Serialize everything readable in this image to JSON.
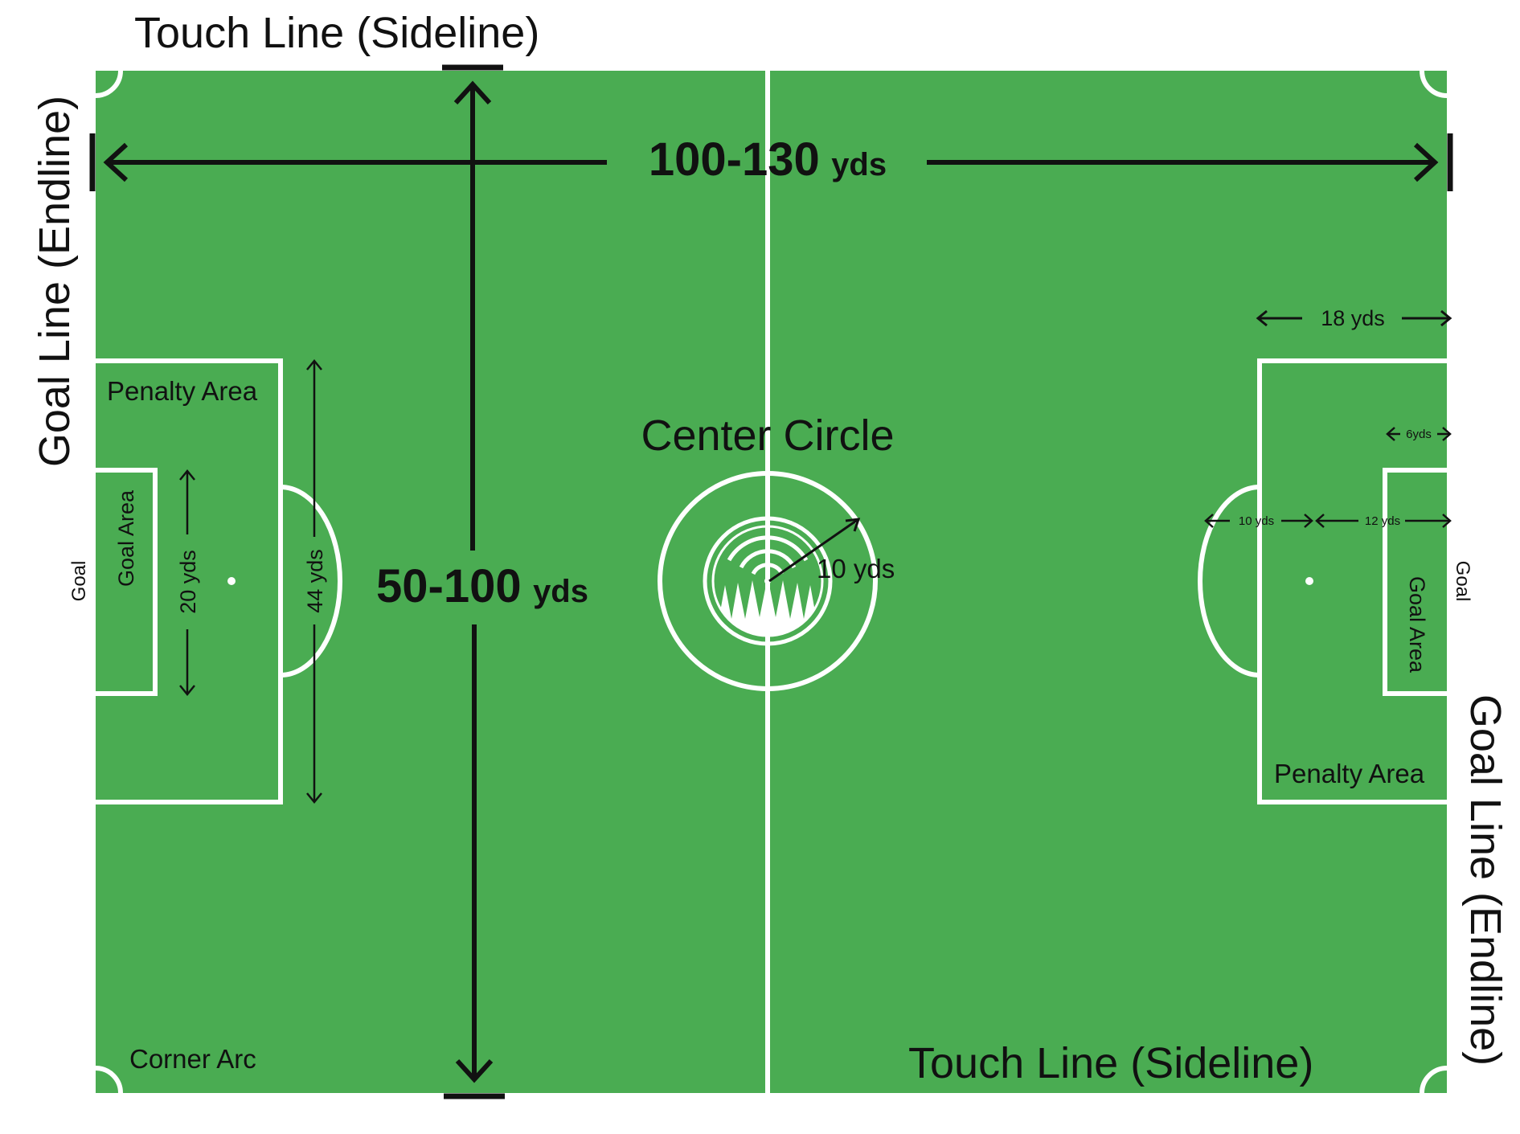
{
  "labels": {
    "touch_line_top": "Touch Line (Sideline)",
    "touch_line_bottom": "Touch Line (Sideline)",
    "goal_line_left": "Goal Line (Endline)",
    "goal_line_right": "Goal Line (Endline)",
    "length_value": "100-130",
    "length_unit": "yds",
    "width_value": "50-100",
    "width_unit": "yds",
    "center_circle": "Center Circle",
    "center_radius": "10 yds",
    "penalty_area_left": "Penalty Area",
    "penalty_area_right": "Penalty Area",
    "goal_area_left": "Goal Area",
    "goal_area_right": "Goal Area",
    "goal_left": "Goal",
    "goal_right": "Goal",
    "goal_area_width": "20 yds",
    "penalty_area_width": "44 yds",
    "penalty_area_depth": "18 yds",
    "goal_area_depth": "6yds",
    "penalty_arc_distance": "10 yds",
    "penalty_spot_distance": "12 yds",
    "corner_arc": "Corner Arc"
  },
  "colors": {
    "field": "#4aac52",
    "lines": "#ffffff",
    "text": "#111111"
  },
  "icons": {
    "center_logo": "grass-logo-icon"
  }
}
